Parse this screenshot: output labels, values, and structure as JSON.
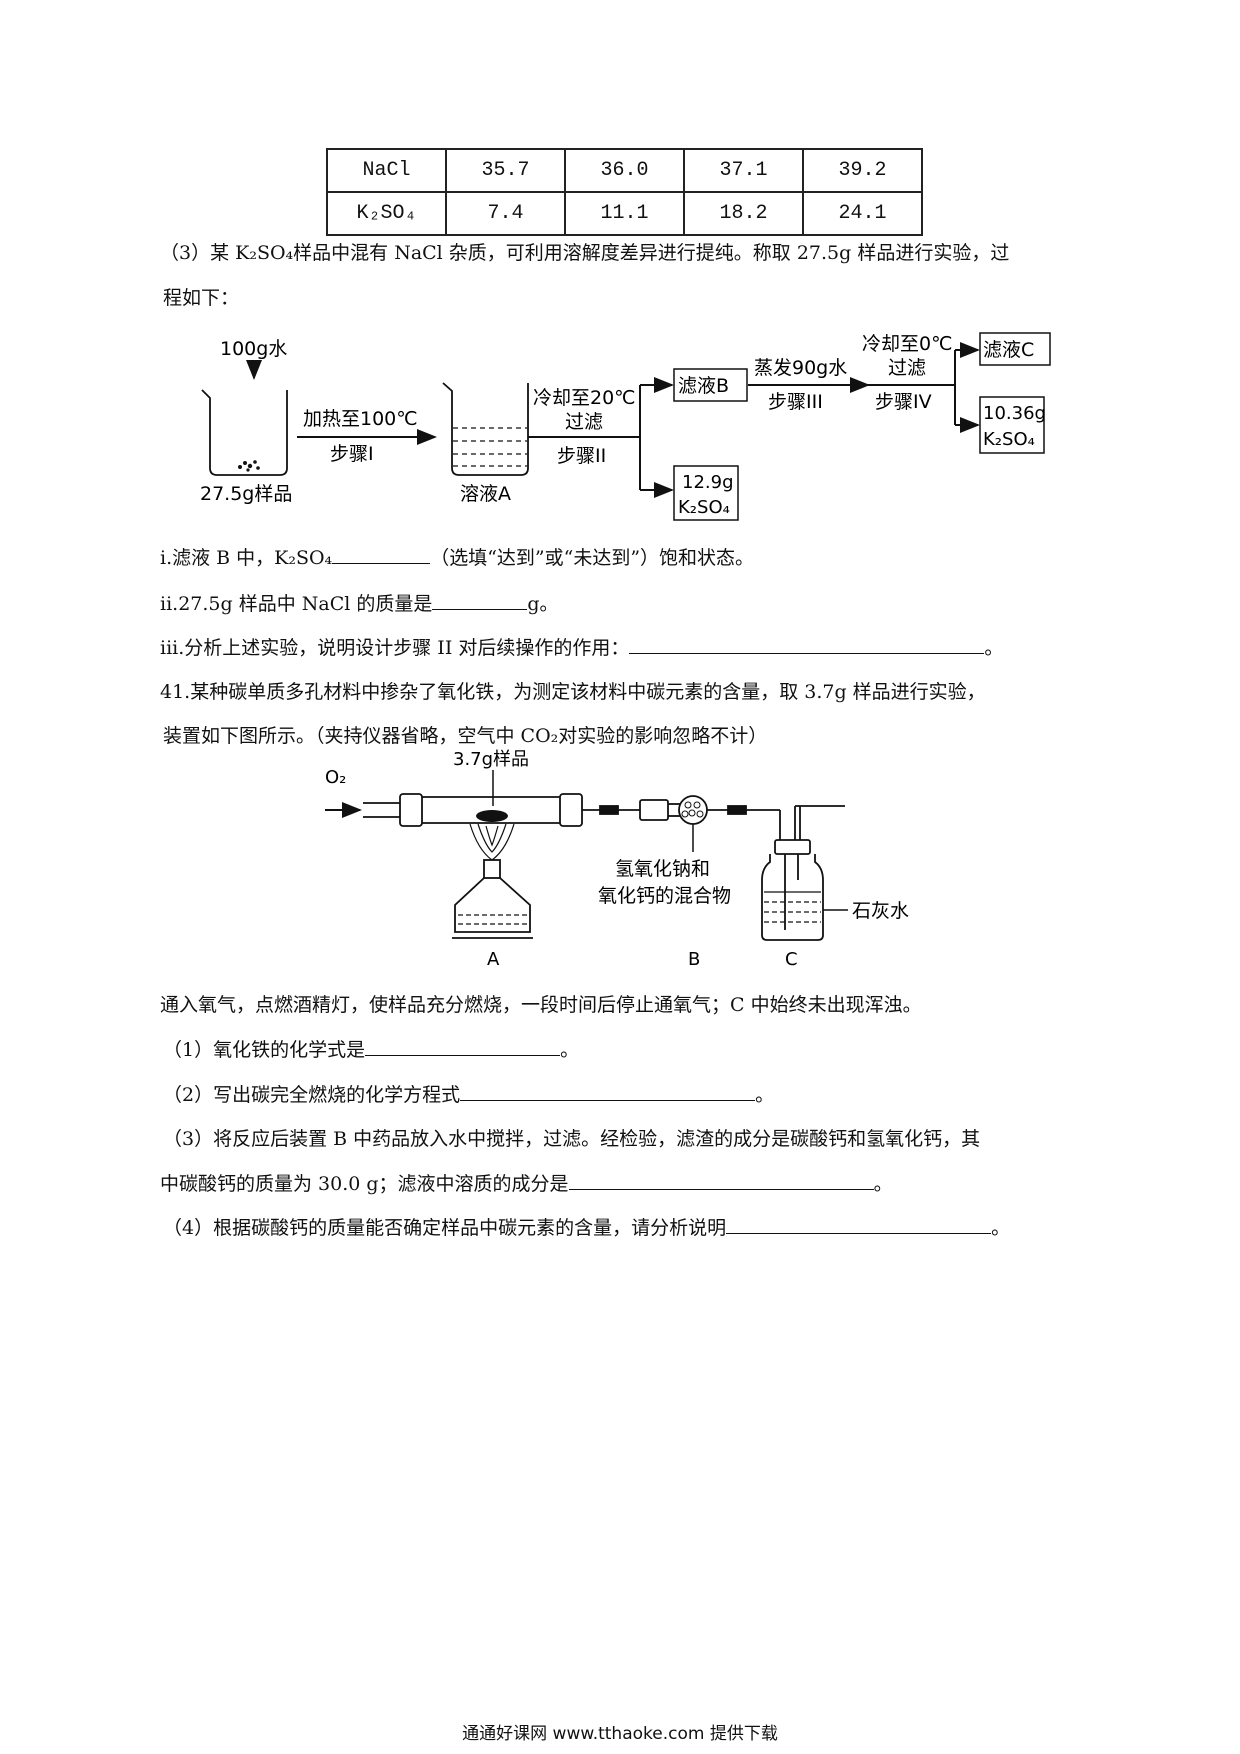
{
  "table": {
    "rows": [
      {
        "name": "NaCl",
        "values": [
          "35.7",
          "36.0",
          "37.1",
          "39.2"
        ]
      },
      {
        "name": "K₂SO₄",
        "values": [
          "7.4",
          "11.1",
          "18.2",
          "24.1"
        ]
      }
    ]
  },
  "q3": {
    "intro_line1": "（3）某 K₂SO₄样品中混有 NaCl 杂质，可利用溶解度差异进行提纯。称取 27.5g 样品进行实验，过",
    "intro_line2": "程如下：",
    "flow": {
      "water": "100g水",
      "sample": "27.5g样品",
      "step1_top": "加热至100℃",
      "step1_bottom": "步骤I",
      "solution_a": "溶液A",
      "step2_top1": "冷却至20℃",
      "step2_top2": "过滤",
      "step2_bottom": "步骤II",
      "filtrate_b": "滤液B",
      "product1_mass": "12.9g",
      "product1_name": "K₂SO₄",
      "step3_top": "蒸发90g水",
      "step3_bottom": "步骤III",
      "step4_top1": "冷却至0℃",
      "step4_top2": "过滤",
      "step4_bottom": "步骤IV",
      "filtrate_c": "滤液C",
      "product2_mass": "10.36g",
      "product2_name": "K₂SO₄"
    },
    "i_pre": "i.滤液 B 中，K₂SO₄",
    "i_post": "（选填“达到”或“未达到”）饱和状态。",
    "ii_pre": "ii.27.5g 样品中 NaCl 的质量是",
    "ii_post": "g。",
    "iii_pre": "iii.分析上述实验，说明设计步骤 II 对后续操作的作用：",
    "iii_post": "。"
  },
  "q41": {
    "line1": "41.某种碳单质多孔材料中掺杂了氧化铁，为测定该材料中碳元素的含量，取 3.7g 样品进行实验，",
    "line2": "装置如下图所示。（夹持仪器省略，空气中 CO₂对实验的影响忽略不计）",
    "apparatus": {
      "o2": "O₂",
      "sample": "3.7g样品",
      "reagent_line1": "氢氧化钠和",
      "reagent_line2": "氧化钙的混合物",
      "limewater": "石灰水",
      "label_a": "A",
      "label_b": "B",
      "label_c": "C"
    },
    "observation": "通入氧气，点燃酒精灯，使样品充分燃烧，一段时间后停止通氧气；C 中始终未出现浑浊。",
    "p1_pre": "（1）氧化铁的化学式是",
    "p1_post": "。",
    "p2_pre": "（2）写出碳完全燃烧的化学方程式",
    "p2_post": "。",
    "p3_line1": "（3）将反应后装置 B 中药品放入水中搅拌，过滤。经检验，滤渣的成分是碳酸钙和氢氧化钙，其",
    "p3_pre": "中碳酸钙的质量为 30.0 g；滤液中溶质的成分是",
    "p3_post": "。",
    "p4_pre": "（4）根据碳酸钙的质量能否确定样品中碳元素的含量，请分析说明",
    "p4_post": "。"
  },
  "footer": "通通好课网  www.tthaoke.com  提供下载"
}
